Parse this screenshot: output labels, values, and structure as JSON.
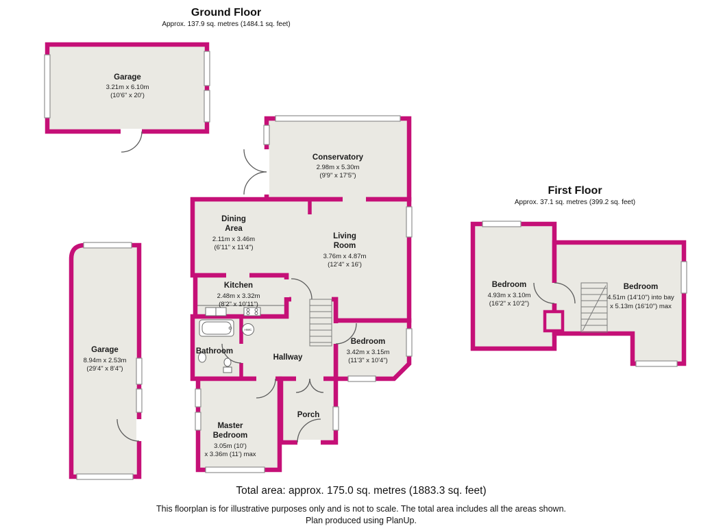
{
  "ground_floor": {
    "title": "Ground Floor",
    "subtitle": "Approx. 137.9 sq. metres (1484.1 sq. feet)"
  },
  "first_floor": {
    "title": "First Floor",
    "subtitle": "Approx. 37.1 sq. metres (399.2 sq. feet)"
  },
  "rooms": {
    "garage_top": {
      "name": "Garage",
      "metric": "3.21m x 6.10m",
      "imperial": "(10'6\" x 20')"
    },
    "conservatory": {
      "name": "Conservatory",
      "metric": "2.98m x 5.30m",
      "imperial": "(9'9\" x 17'5\")"
    },
    "dining": {
      "name1": "Dining",
      "name2": "Area",
      "metric": "2.11m x 3.46m",
      "imperial": "(6'11\" x 11'4\")"
    },
    "living": {
      "name1": "Living",
      "name2": "Room",
      "metric": "3.76m x 4.87m",
      "imperial": "(12'4\" x 16')"
    },
    "kitchen": {
      "name": "Kitchen",
      "metric": "2.48m x 3.32m",
      "imperial": "(8'2\" x 10'11\")"
    },
    "garage_left": {
      "name": "Garage",
      "metric": "8.94m x 2.53m",
      "imperial": "(29'4\" x 8'4\")"
    },
    "bathroom": {
      "name": "Bathroom"
    },
    "hallway": {
      "name": "Hallway"
    },
    "bedroom_ground": {
      "name": "Bedroom",
      "metric": "3.42m x 3.15m",
      "imperial": "(11'3\" x 10'4\")"
    },
    "porch": {
      "name": "Porch"
    },
    "master": {
      "name1": "Master",
      "name2": "Bedroom",
      "metric": "3.05m (10')",
      "imperial": "x 3.36m (11') max"
    },
    "ff_bedroom_left": {
      "name": "Bedroom",
      "metric": "4.93m x 3.10m",
      "imperial": "(16'2\" x 10'2\")"
    },
    "ff_bedroom_right": {
      "name": "Bedroom",
      "metric": "4.51m (14'10\") into bay",
      "imperial": "x 5.13m (16'10\") max"
    }
  },
  "fixtures": {
    "hwc": "HWC"
  },
  "footer": {
    "total": "Total area: approx. 175.0 sq. metres (1883.3 sq. feet)",
    "disclaimer": "This floorplan is for illustrative purposes only and is not to scale. The total area includes all the areas shown.",
    "produced": "Plan produced using PlanUp."
  },
  "colors": {
    "wall": "#c51077",
    "floor": "#eae9e3"
  }
}
